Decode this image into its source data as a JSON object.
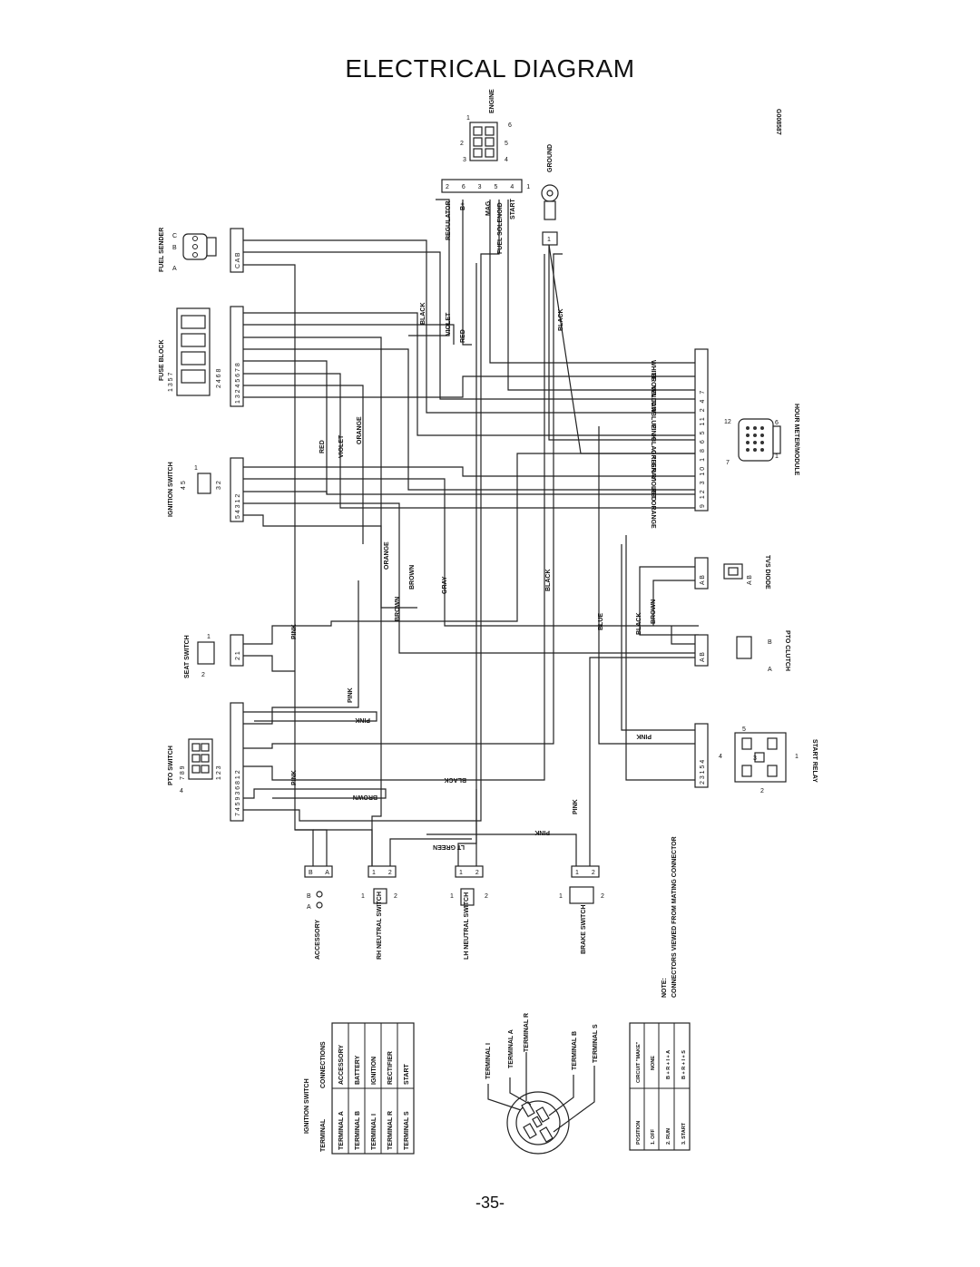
{
  "title": "ELECTRICAL DIAGRAM",
  "page_number": "-35-",
  "drawing_id": "G008587",
  "components": {
    "fuel_sender": {
      "label": "FUEL SENDER",
      "pins": [
        "A",
        "B",
        "C"
      ],
      "conn": "C A B"
    },
    "fuse_block": {
      "label": "FUSE BLOCK",
      "top_pins": "1 3 5 7",
      "bottom_pins": "2 4 6 8",
      "conn": "1 3 2 4 5 6 7 8"
    },
    "ignition_switch": {
      "label": "IGNITION SWITCH",
      "pins_a": "4 5",
      "pins_b": "3 2",
      "pin_1": "1",
      "conn": "5 4 3 1 2"
    },
    "seat_switch": {
      "label": "SEAT SWITCH",
      "pin_1": "1",
      "pin_2": "2",
      "conn": "2 1"
    },
    "pto_switch": {
      "label": "PTO SWITCH",
      "top": "7 8 9",
      "bottom": "1 2 3",
      "pin_4": "4",
      "conn": "7 4 5 9 3 6 8 1 2"
    },
    "engine": {
      "label": "ENGINE",
      "pins": [
        "1",
        "2",
        "3",
        "4",
        "5",
        "6"
      ],
      "conn": [
        "REGULATOR",
        "B+",
        "MAG",
        "FUEL SOLENOID",
        "START"
      ],
      "conn_pins": "2 6 3 5 4 1"
    },
    "ground": {
      "label": "GROUND",
      "pin": "1"
    },
    "hour_meter": {
      "label": "HOUR METER/MODULE",
      "pins": [
        "12",
        "6",
        "7",
        "1"
      ],
      "conn_pins": "9 12 3 10 1 8 6 5 11 2 4 7",
      "wires": [
        "WHITE",
        "BROWN",
        "YELLOW",
        "TAN",
        "BLUE",
        "PINK",
        "BLACK",
        "GREEN",
        "GRAY",
        "VIOLET",
        "RED",
        "ORANGE"
      ]
    },
    "tvs_diode": {
      "label": "TVS DIODE",
      "pins": "A B",
      "conn": "A B"
    },
    "pto_clutch": {
      "label": "PTO CLUTCH",
      "pin_a": "A",
      "pin_b": "B",
      "conn": "A B"
    },
    "start_relay": {
      "label": "START RELAY",
      "pins": [
        "5",
        "4",
        "3",
        "2",
        "1"
      ],
      "conn": "2 3 1 5 4"
    },
    "accessory": {
      "label": "ACCESSORY",
      "pins": [
        "B",
        "A"
      ],
      "conn": "B A"
    },
    "rh_neutral": {
      "label": "RH NEUTRAL SWITCH",
      "pins": [
        "1",
        "2"
      ],
      "conn": "1 2"
    },
    "lh_neutral": {
      "label": "LH NEUTRAL SWITCH",
      "pins": [
        "1",
        "2"
      ],
      "conn": "1 2"
    },
    "brake_switch": {
      "label": "BRAKE SWITCH",
      "pins": [
        "1",
        "2"
      ],
      "conn": "1 2"
    }
  },
  "wire_labels": [
    "BLACK",
    "VIOLET",
    "RED",
    "BLACK",
    "RED",
    "VIOLET",
    "ORANGE",
    "ORANGE",
    "BROWN",
    "BROWN",
    "GRAY",
    "BLACK",
    "BLUE",
    "BLACK",
    "BROWN",
    "PINK",
    "PINK",
    "PINK",
    "PINK",
    "BROWN",
    "BLACK",
    "LT GREEN",
    "PINK",
    "PINK",
    "PINK"
  ],
  "note": {
    "title": "NOTE:",
    "text": "CONNECTORS VIEWED FROM MATING CONNECTOR"
  },
  "ignition_table": {
    "title": "IGNITION SWITCH",
    "headers": [
      "TERMINAL",
      "CONNECTIONS"
    ],
    "rows": [
      [
        "TERMINAL A",
        "ACCESSORY"
      ],
      [
        "TERMINAL B",
        "BATTERY"
      ],
      [
        "TERMINAL I",
        "IGNITION"
      ],
      [
        "TERMINAL R",
        "RECTIFIER"
      ],
      [
        "TERMINAL S",
        "START"
      ]
    ]
  },
  "terminal_diagram": {
    "labels": [
      "TERMINAL I",
      "TERMINAL A",
      "TERMINAL R",
      "TERMINAL B",
      "TERMINAL S"
    ]
  },
  "position_table": {
    "headers": [
      "POSITION",
      "CIRCUIT \"MAKE\""
    ],
    "rows": [
      [
        "1. OFF",
        "NONE"
      ],
      [
        "2. RUN",
        "B + R + I + A"
      ],
      [
        "3. START",
        "B + R + I + S"
      ]
    ]
  }
}
